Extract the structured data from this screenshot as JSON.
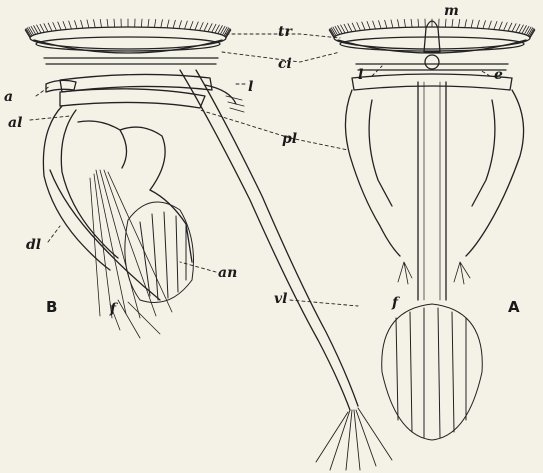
{
  "labels": {
    "tr": "tr",
    "m": "m",
    "ci": "ci",
    "a": "a",
    "l_left": "l",
    "l_mid": "l",
    "e": "e",
    "al": "al",
    "pl": "pl",
    "dl": "dl",
    "an": "an",
    "vl": "vl",
    "f_right": "f",
    "f_left": "f"
  },
  "panels": {
    "B": "B",
    "A": "A"
  }
}
